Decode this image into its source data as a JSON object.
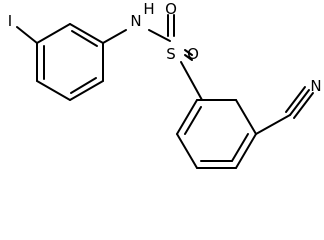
{
  "molecule": {
    "atoms": {
      "iodine": "I",
      "amine": "N",
      "amine_hydrogen": "H",
      "sulfur": "S",
      "oxygen_left": "O",
      "oxygen_right": "O",
      "nitrile_nitrogen": "N"
    }
  },
  "colors": {
    "bond": "#000000",
    "label": "#000000",
    "background": "#ffffff"
  }
}
